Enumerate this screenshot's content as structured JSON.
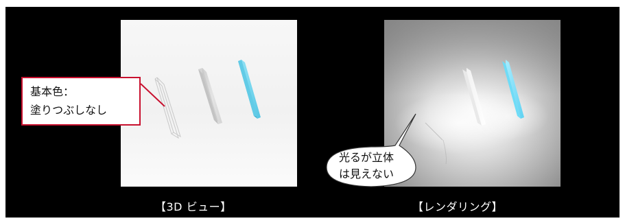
{
  "panels": {
    "left": {
      "caption": "【3D ビュー】"
    },
    "right": {
      "caption": "【レンダリング】"
    }
  },
  "callout": {
    "lines": [
      "基本色：",
      "塗りつぶしなし"
    ],
    "border_color": "#c8102e"
  },
  "speech_bubble": {
    "lines": [
      "光るが立体",
      "は見えない"
    ]
  },
  "colors": {
    "background": "#000000",
    "glass_blue": "#6fd3ec",
    "glass_gray": "#dadada"
  }
}
